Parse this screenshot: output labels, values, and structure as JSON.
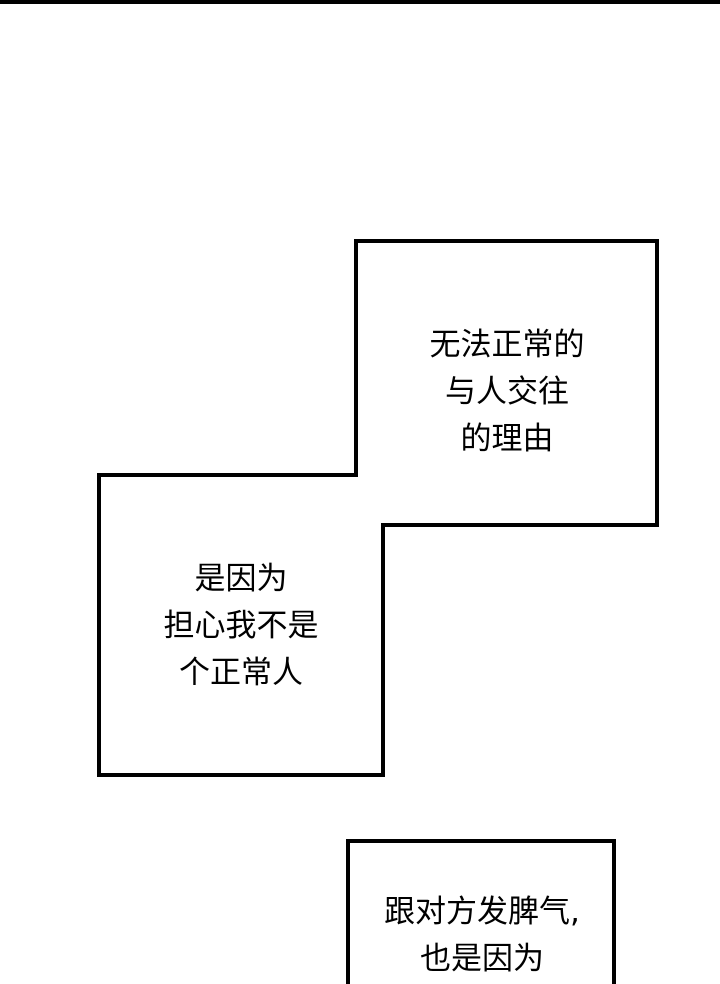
{
  "panels": [
    {
      "lines": [
        "无法正常的",
        "与人交往",
        "的理由"
      ]
    },
    {
      "lines": [
        "是因为",
        "担心我不是",
        "个正常人"
      ]
    },
    {
      "lines": [
        "跟对方发脾气,",
        "也是因为"
      ]
    }
  ]
}
